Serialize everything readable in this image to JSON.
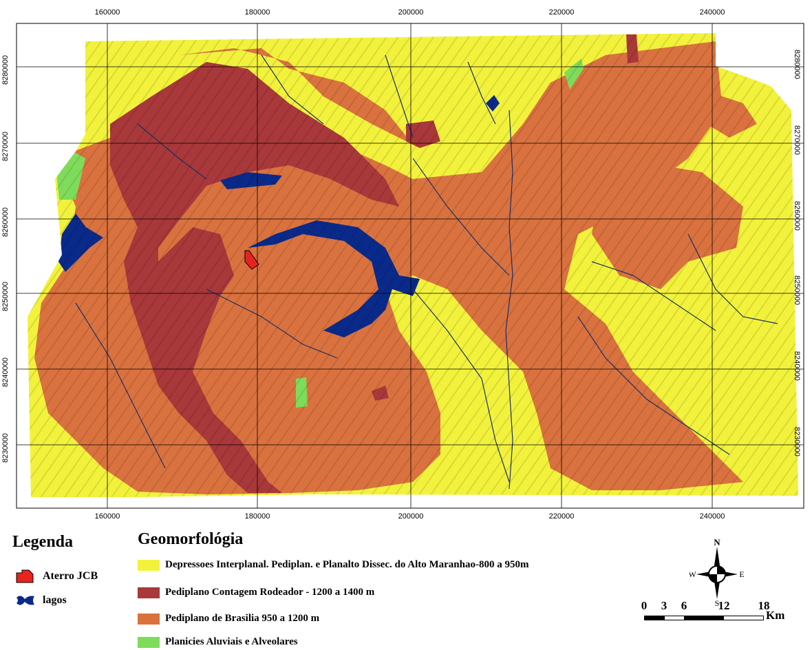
{
  "map": {
    "x_coords": [
      "160000",
      "180000",
      "200000",
      "220000",
      "240000"
    ],
    "y_coords": [
      "8280000",
      "8270000",
      "8260000",
      "8250000",
      "8240000",
      "8230000"
    ],
    "colors": {
      "depressoes": "#f2f23c",
      "contagem": "#a8383a",
      "brasilia": "#d9723e",
      "planicies": "#7fdc5a",
      "lagos": "#0a2a8a",
      "rivers": "#1a2f6a",
      "aterro": "#e8231f"
    }
  },
  "legend": {
    "title": "Legenda",
    "aterro": "Aterro JCB",
    "lagos": "lagos"
  },
  "geomorfologia": {
    "title": "Geomorfológia",
    "items": [
      "Depressoes Interplanal. Pediplan. e Planalto Dissec. do Alto Maranhao-800 a 950m",
      "Pediplano Contagem Rodeador - 1200 a 1400 m",
      "Pediplano de Brasilia 950 a 1200 m",
      "Planicies Aluviais e Alveolares"
    ]
  },
  "compass": {
    "n": "N",
    "s": "S",
    "e": "E",
    "w": "W"
  },
  "scale": {
    "labels": [
      "0",
      "3",
      "6",
      "12",
      "18"
    ],
    "unit": "Km"
  }
}
